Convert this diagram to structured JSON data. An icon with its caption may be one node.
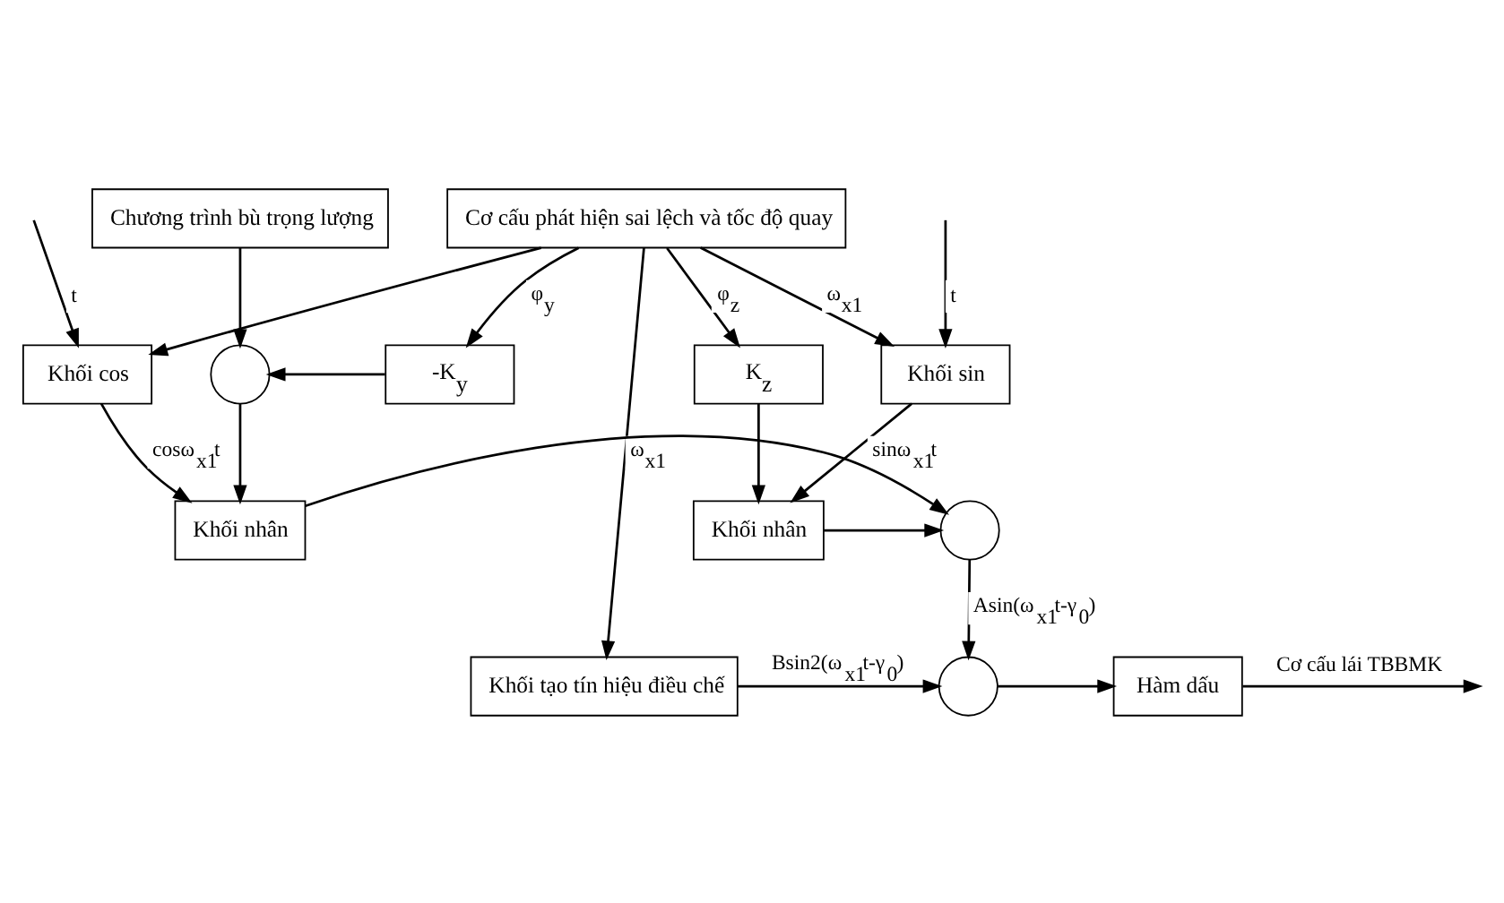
{
  "diagram": {
    "nodes": [
      {
        "text": [
          "Chương trình bù trọng lượng"
        ]
      },
      {
        "text": [
          "Cơ cấu phát hiện sai lệch và tốc độ quay"
        ]
      },
      {
        "text": [
          "Khối cos"
        ]
      },
      {
        "text": [],
        "shape": "circle"
      },
      {
        "text": [
          "-K$_{y}$"
        ]
      },
      {
        "text": [
          "K$_{z}$"
        ]
      },
      {
        "text": [
          "Khối sin"
        ]
      },
      {
        "text": [
          "Khối nhân"
        ]
      },
      {
        "text": [],
        "shape": "circle"
      },
      {
        "text": [
          "Khối nhân"
        ]
      },
      {
        "text": [
          "Khối tạo tín hiệu điều chế"
        ]
      },
      {
        "text": [],
        "shape": "circle"
      },
      {
        "text": [
          "Hàm dấu"
        ]
      }
    ],
    "edges": [
      {
        "from": 1,
        "to": 2,
        "arrow": "to"
      },
      {
        "from": 1,
        "to": 6,
        "arrow": "to",
        "label": "ω$_{x1}$"
      },
      {
        "from": 1,
        "to": 10,
        "arrow": "to",
        "label": "ω$_{x1}$"
      },
      {
        "from": 1,
        "to": 4,
        "arrow": "to",
        "label": "φ$_{y}$"
      },
      {
        "from": 1,
        "to": 5,
        "arrow": "to",
        "label": "φ$_{z}$"
      },
      {
        "from": null,
        "to": 2,
        "arrow": "to",
        "label": "t"
      },
      {
        "from": null,
        "to": 6,
        "arrow": "to",
        "label": "t"
      },
      {
        "from": 0,
        "to": 3,
        "arrow": "to"
      },
      {
        "from": 4,
        "to": 3,
        "arrow": "to"
      },
      {
        "from": 3,
        "to": 7,
        "arrow": "to"
      },
      {
        "from": 2,
        "to": 7,
        "arrow": "to",
        "label": "cosω$_{x1}$t"
      },
      {
        "from": 5,
        "to": 9,
        "arrow": "to"
      },
      {
        "from": 6,
        "to": 9,
        "arrow": "to",
        "label": "sinω$_{x1}$t"
      },
      {
        "from": 7,
        "to": 8,
        "arrow": "to"
      },
      {
        "from": 9,
        "to": 8,
        "arrow": "to"
      },
      {
        "from": 8,
        "to": 11,
        "arrow": "to",
        "label": "Asin(ω$_{x1}$t-γ$_{0}$)"
      },
      {
        "from": 10,
        "to": 11,
        "arrow": "to",
        "label": "Bsin2(ω$_{x1}$t-γ$_{0}$)"
      },
      {
        "from": 11,
        "to": 12,
        "arrow": "to"
      },
      {
        "from": 12,
        "to": null,
        "arrow": "to",
        "label": "Cơ cấu lái TBBMK"
      }
    ]
  }
}
